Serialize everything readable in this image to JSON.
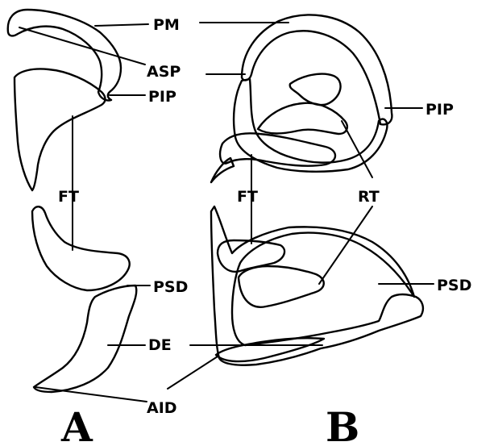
{
  "labels": {
    "pm": "PM",
    "asp": "ASP",
    "pip_a": "PIP",
    "pip_b": "PIP",
    "ft_a": "FT",
    "ft_b": "FT",
    "rt": "RT",
    "psd_a": "PSD",
    "psd_b": "PSD",
    "de": "DE",
    "aid": "AID"
  },
  "panels": {
    "a": "A",
    "b": "B"
  }
}
